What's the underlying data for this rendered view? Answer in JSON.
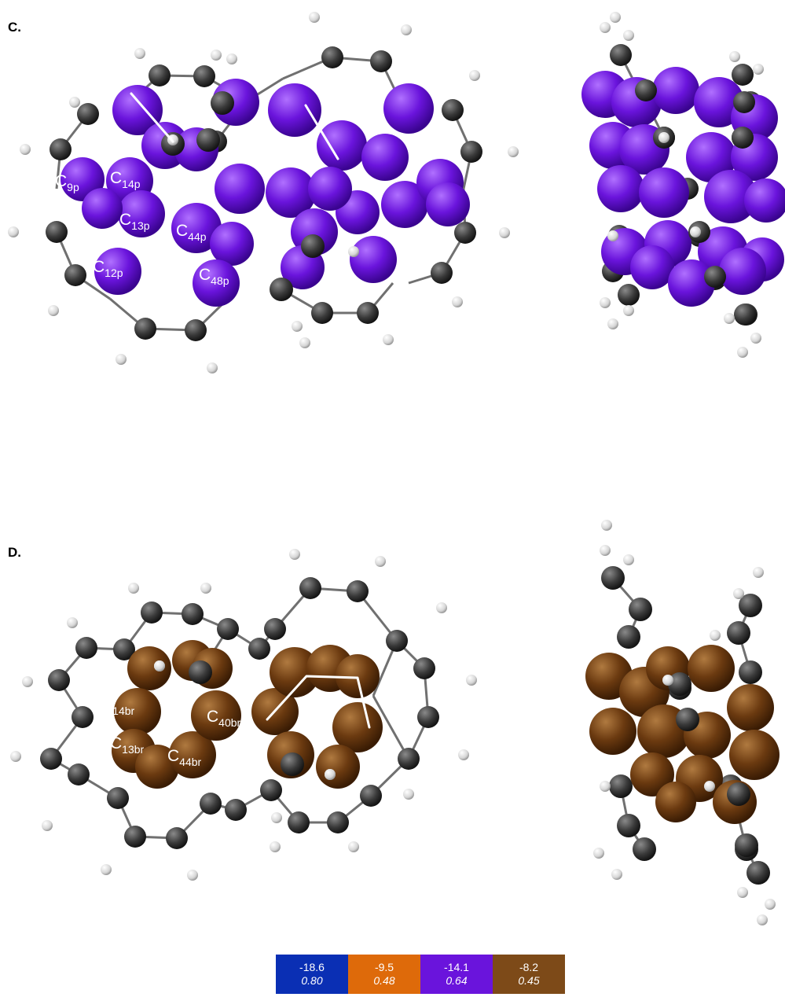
{
  "panels": [
    {
      "letter": "C.",
      "color": "#6a14dc",
      "labels": [
        {
          "main": "C",
          "sub": "9p"
        },
        {
          "main": "C",
          "sub": "14p"
        },
        {
          "main": "C",
          "sub": "13p"
        },
        {
          "main": "C",
          "sub": "44p"
        },
        {
          "main": "C",
          "sub": "12p"
        },
        {
          "main": "C",
          "sub": "48p"
        }
      ]
    },
    {
      "letter": "D.",
      "color": "#6b3a10",
      "labels": [
        {
          "main": "C",
          "sub": "14br"
        },
        {
          "main": "C",
          "sub": "40br"
        },
        {
          "main": "C",
          "sub": "13br"
        },
        {
          "main": "C",
          "sub": "44br"
        }
      ]
    }
  ],
  "legend": [
    {
      "value": "-18.6",
      "fraction": "0.80",
      "color": "#0a2fb4"
    },
    {
      "value": "-9.5",
      "fraction": "0.48",
      "color": "#de6a0a"
    },
    {
      "value": "-14.1",
      "fraction": "0.64",
      "color": "#6a14dc"
    },
    {
      "value": "-8.2",
      "fraction": "0.45",
      "color": "#7d4a18"
    }
  ]
}
